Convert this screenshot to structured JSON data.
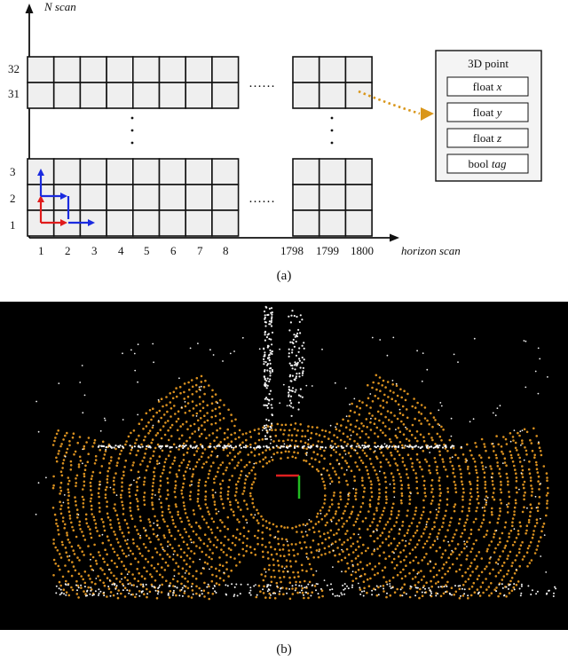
{
  "panel_a": {
    "y_axis_label": "N scan",
    "x_axis_label": "horizon scan",
    "row_labels": [
      "32",
      "31",
      "3",
      "2",
      "1"
    ],
    "col_labels": [
      "1",
      "2",
      "3",
      "4",
      "5",
      "6",
      "7",
      "8",
      "1798",
      "1799",
      "1800"
    ],
    "ellipsis_h": "……",
    "point_box": {
      "title": "3D point",
      "fields": [
        {
          "type": "float",
          "name": "x"
        },
        {
          "type": "float",
          "name": "y"
        },
        {
          "type": "float",
          "name": "z"
        },
        {
          "type": "bool",
          "name": "tag"
        }
      ]
    },
    "caption": "(a)"
  },
  "panel_b": {
    "caption": "(b)",
    "colors": {
      "background": "#000000",
      "scan_rings": "#d9901f",
      "structure_points": "#f2f2f2",
      "axis_x": "#e02020",
      "axis_y": "#22bb22"
    }
  },
  "colors": {
    "arrow_red": "#e01b1b",
    "arrow_blue": "#1b2be0",
    "link_arrow": "#d9961a",
    "cell_fill": "#efefef"
  }
}
